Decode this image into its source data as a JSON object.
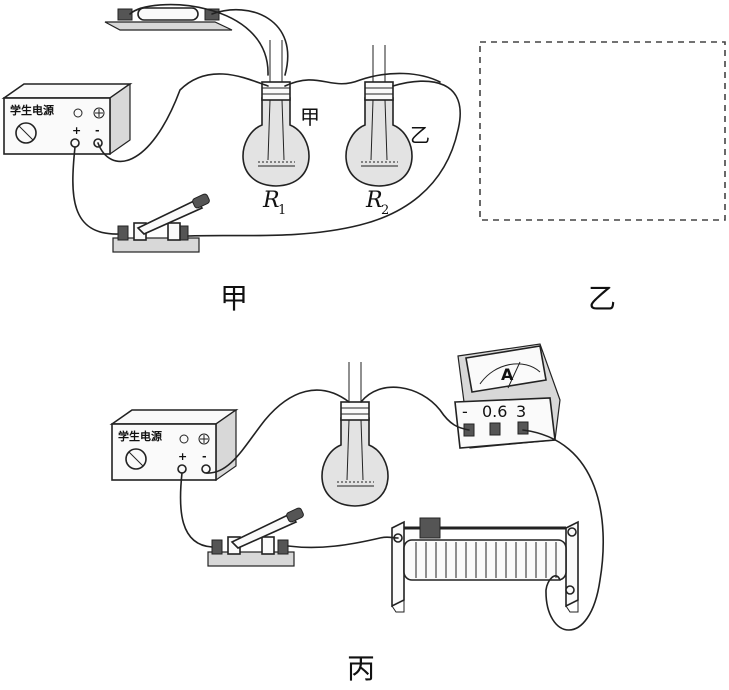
{
  "figures": {
    "jia": {
      "caption": "甲"
    },
    "yi": {
      "caption": "乙"
    },
    "bing": {
      "caption": "丙"
    }
  },
  "power_supply": {
    "label": "学生电源",
    "plus_sign": "+",
    "minus_sign": "-"
  },
  "flasks": {
    "flask_jia_label": "甲",
    "flask_yi_label": "乙",
    "r1_letter": "R",
    "r1_sub": "1",
    "r2_letter": "R",
    "r2_sub": "2"
  },
  "ammeter": {
    "letter": "A",
    "terminals": [
      "-",
      "0.6",
      "3"
    ]
  }
}
